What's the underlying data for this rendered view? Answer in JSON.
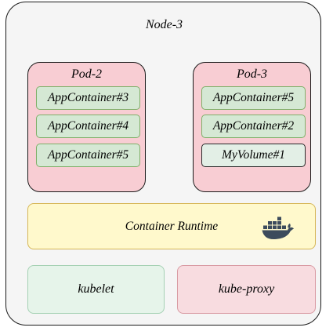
{
  "node": {
    "title": "Node-3"
  },
  "pods": [
    {
      "title": "Pod-2",
      "items": [
        {
          "label": "AppContainer#3",
          "kind": "container"
        },
        {
          "label": "AppContainer#4",
          "kind": "container"
        },
        {
          "label": "AppContainer#5",
          "kind": "container"
        }
      ]
    },
    {
      "title": "Pod-3",
      "items": [
        {
          "label": "AppContainer#5",
          "kind": "container"
        },
        {
          "label": "AppContainer#2",
          "kind": "container"
        },
        {
          "label": "MyVolume#1",
          "kind": "volume"
        }
      ]
    }
  ],
  "runtime": {
    "label": "Container Runtime",
    "icon": "docker-whale-icon"
  },
  "components": {
    "kubelet": "kubelet",
    "kube_proxy": "kube-proxy"
  },
  "colors": {
    "node_fill": "#f5f5f5",
    "pod_fill": "#f8cdd3",
    "container_fill": "#d5e8d4",
    "container_border": "#7fb069",
    "runtime_fill": "#fff9cc",
    "runtime_border": "#d6b656",
    "kubelet_fill": "#e6f4ea",
    "kube_proxy_fill": "#f8dce0",
    "docker_icon": "#3c4b5c"
  }
}
